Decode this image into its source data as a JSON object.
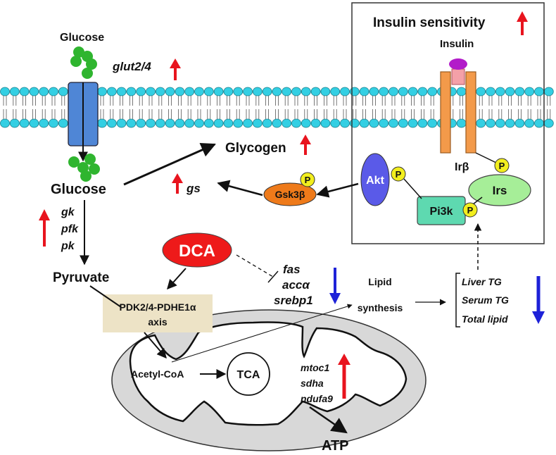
{
  "labels": {
    "glucose_top": "Glucose",
    "glut": "glut2/4",
    "glucose_mid": "Glucose",
    "glycogen": "Glycogen",
    "gs": "gs",
    "gk": "gk",
    "pfk": "pfk",
    "pk": "pk",
    "pyruvate": "Pyruvate",
    "dca": "DCA",
    "pdk_line1": "PDK2/4-PDHE1α",
    "pdk_line2": "axis",
    "fas": "fas",
    "acca": "accα",
    "srebp1": "srebp1",
    "lipid_line1": "Lipid",
    "lipid_line2": "synthesis",
    "liver_tg": "Liver TG",
    "serum_tg": "Serum TG",
    "total_lipid": "Total lipid",
    "acetyl_coa": "Acetyl-CoA",
    "tca": "TCA",
    "mtoc1": "mtoc1",
    "sdha": "sdha",
    "ndufa9": "ndufa9",
    "atp": "ATP",
    "insulin_sensitivity": "Insulin sensitivity",
    "insulin": "Insulin",
    "ir_beta": "Irβ",
    "akt": "Akt",
    "gsk3b": "Gsk3β",
    "pi3k": "Pi3k",
    "irs": "Irs",
    "p": "P"
  },
  "colors": {
    "up_arrow": "#e8141e",
    "down_arrow": "#1e22d8",
    "glucose": "#2fb52f",
    "membrane_head": "#33cfe3",
    "transporter": "#4f86d6",
    "receptor": "#f39a4a",
    "akt": "#5a5ae8",
    "gsk3b": "#ee7a1a",
    "pi3k": "#5ed9b0",
    "irs": "#a6ee98",
    "phospho": "#f2ee1e",
    "dca": "#ee1a1a",
    "pdk_box": "#ede3c6",
    "mito_outer": "#d8d8d8"
  }
}
